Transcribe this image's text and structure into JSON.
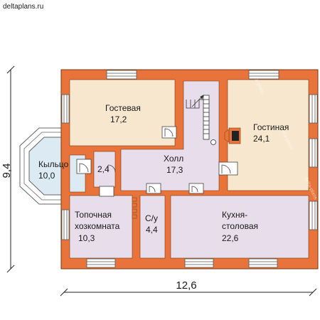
{
  "header": {
    "site": "deltaplans.ru"
  },
  "watermark": {
    "text": "delta-plans"
  },
  "rooms": [
    {
      "id": "guest",
      "name": "Гостевая",
      "area": "17,2"
    },
    {
      "id": "living",
      "name": "Гостиная",
      "area": "24,1"
    },
    {
      "id": "hall",
      "name": "Холл",
      "area": "17,3"
    },
    {
      "id": "porch",
      "name": "Кыльцо",
      "area": "10,0"
    },
    {
      "id": "small",
      "name": "",
      "area": "2,4"
    },
    {
      "id": "boiler",
      "name": "Топочная",
      "name2": "хозкомната",
      "area": "10,3"
    },
    {
      "id": "wc",
      "name": "С/у",
      "area": "4,4"
    },
    {
      "id": "kitchen",
      "name": "Кухня-",
      "name2": "столовая",
      "area": "22,6"
    }
  ],
  "dimensions": {
    "width": "12,6",
    "height": "9,4"
  },
  "colors": {
    "wall": "#E8743B",
    "wall_outline": "#7a3a10",
    "room_beige": "#F7E7CF",
    "room_lilac": "#E7DDEB",
    "room_blue": "#DCEBF3",
    "window": "#ffffff"
  }
}
